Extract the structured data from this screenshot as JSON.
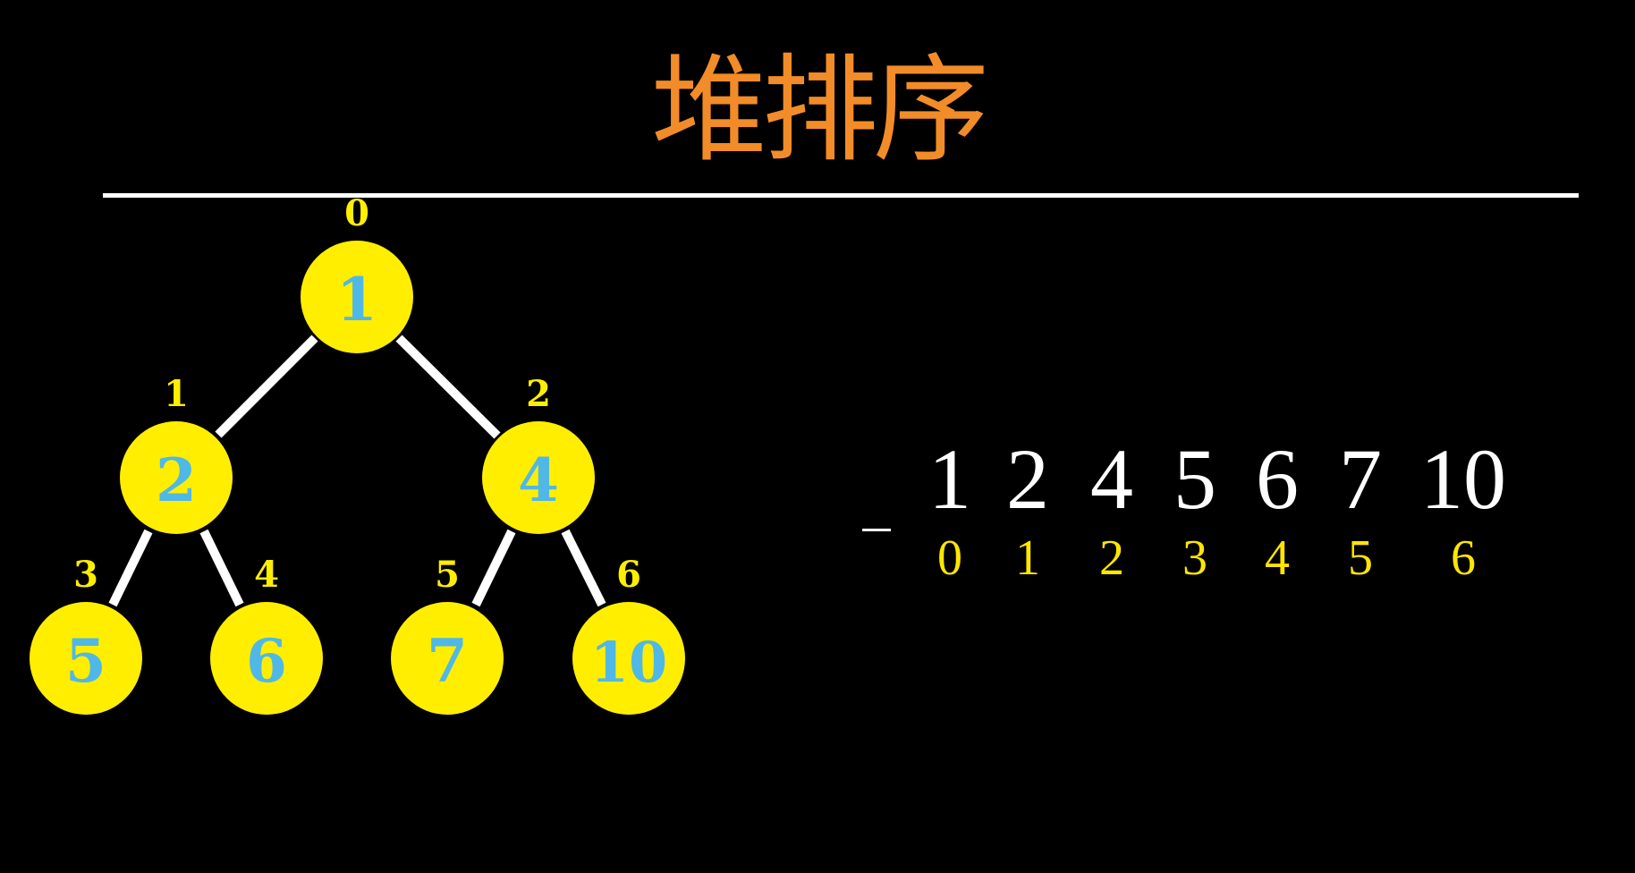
{
  "title": "堆排序",
  "colors": {
    "background": "#000000",
    "title": "#f28c28",
    "node_fill": "#ffee00",
    "node_value": "#4fb8e6",
    "index_label": "#ffee00",
    "edge": "#ffffff",
    "array_value": "#ffffff",
    "array_index": "#ffe600"
  },
  "tree": {
    "nodes": [
      {
        "index": "0",
        "value": "1"
      },
      {
        "index": "1",
        "value": "2"
      },
      {
        "index": "2",
        "value": "4"
      },
      {
        "index": "3",
        "value": "5"
      },
      {
        "index": "4",
        "value": "6"
      },
      {
        "index": "5",
        "value": "7"
      },
      {
        "index": "6",
        "value": "10"
      }
    ]
  },
  "array": {
    "values": [
      "1",
      "2",
      "4",
      "5",
      "6",
      "7",
      "10"
    ],
    "indices": [
      "0",
      "1",
      "2",
      "3",
      "4",
      "5",
      "6"
    ],
    "marker": "–"
  }
}
